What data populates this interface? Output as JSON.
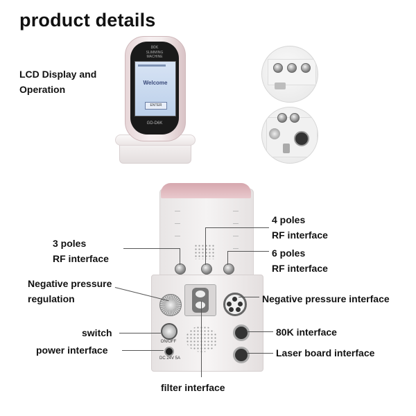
{
  "page": {
    "heading": "product details"
  },
  "device_top": {
    "screen_brand_line1": "80K",
    "screen_brand_line2": "SLIMMING",
    "screen_brand_line3": "MACHINE",
    "screen_welcome": "Welcome",
    "screen_button": "ENTER",
    "model_label": "GD-D6K"
  },
  "labels": {
    "lcd_display": "LCD Display and\nOperation",
    "three_poles": "3 poles\nRF interface",
    "four_poles": "4 poles\nRF interface",
    "six_poles": "6 poles\nRF interface",
    "negative_pressure_regulation": "Negative pressure\nregulation",
    "negative_pressure_interface": "Negative pressure interface",
    "switch": "switch",
    "power_interface": "power interface",
    "k80_interface": "80K interface",
    "laser_board_interface": "Laser board interface",
    "filter_interface": "filter interface"
  },
  "device_back": {
    "on_off": "ON/OFF",
    "dc_rating": "DC 24V 5A"
  },
  "colors": {
    "accent_pink": "#c98c95",
    "device_body": "#f3f1f1",
    "leader_line": "#555555"
  }
}
